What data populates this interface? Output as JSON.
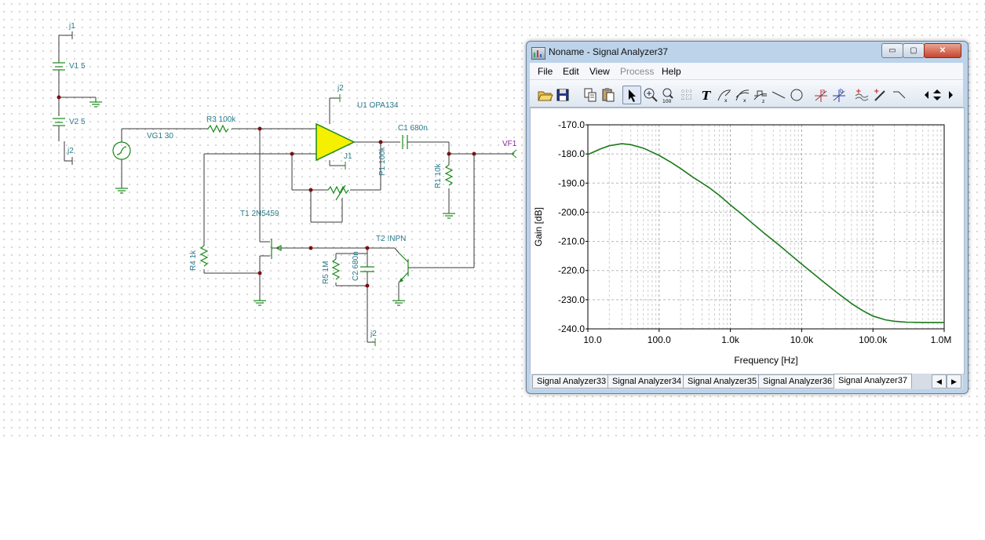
{
  "schematic": {
    "labels": {
      "j1_top": "j1",
      "v1": "V1 5",
      "v2": "V2 5",
      "j2_left": "j2",
      "vg1": "VG1 30",
      "r3": "R3 100k",
      "j2_top": "j2",
      "u1": "U1 OPA134",
      "j1_opamp": "J1",
      "p1": "P1 100k",
      "c1": "C1 680n",
      "vf1": "VF1",
      "r1": "R1 10k",
      "t1": "T1 2N5459",
      "t2": "T2 !NPN",
      "r4": "R4 1k",
      "r5": "R5 1M",
      "c2": "C2 680n",
      "j2_bottom": "j2"
    }
  },
  "analyzer": {
    "title": "Noname - Signal Analyzer37",
    "window_buttons": {
      "minimize": "▭",
      "maximize": "▢",
      "close": "✕"
    },
    "menu": [
      "File",
      "Edit",
      "View",
      "Process",
      "Help"
    ],
    "menu_disabled": [
      "Process"
    ],
    "toolbar_icons": [
      "open-icon",
      "save-icon",
      "copy-icon",
      "paste-icon",
      "pointer-icon",
      "zoom-in-icon",
      "zoom-100-icon",
      "grid-icon",
      "text-icon",
      "curve-icon",
      "curve-2-icon",
      "curve-3-icon",
      "line-icon",
      "circle-icon",
      "cursor-a-icon",
      "cursor-b-icon",
      "marker-icon",
      "pen-icon",
      "angle-icon",
      "nav-left-icon",
      "nav-updown-icon",
      "nav-right-icon"
    ],
    "tabs": [
      "Signal Analyzer33",
      "Signal Analyzer34",
      "Signal Analyzer35",
      "Signal Analyzer36",
      "Signal Analyzer37"
    ],
    "active_tab": "Signal Analyzer37"
  },
  "chart_data": {
    "type": "line",
    "title": "",
    "xlabel": "Frequency [Hz]",
    "ylabel": "Gain [dB]",
    "xscale": "log",
    "xlim": [
      10,
      1000000
    ],
    "ylim": [
      -240,
      -170
    ],
    "x_tick_labels": [
      "10.0",
      "100.0",
      "1.0k",
      "10.0k",
      "100.0k",
      "1.0M"
    ],
    "y_tick_labels": [
      "-170.0",
      "-180.0",
      "-190.0",
      "-200.0",
      "-210.0",
      "-220.0",
      "-230.0",
      "-240.0"
    ],
    "y_ticks": [
      -170,
      -180,
      -190,
      -200,
      -210,
      -220,
      -230,
      -240
    ],
    "grid": true,
    "line_color": "#1a7a1a",
    "series": [
      {
        "x": [
          10,
          15,
          20,
          30,
          40,
          60,
          100,
          150,
          200,
          300,
          500,
          700,
          1000,
          1500,
          2000,
          3000,
          5000,
          7000,
          10000,
          15000,
          20000,
          30000,
          50000,
          70000,
          100000,
          150000,
          200000,
          300000,
          500000,
          1000000
        ],
        "y": [
          -180.2,
          -178.3,
          -177.2,
          -176.5,
          -176.8,
          -178.0,
          -180.5,
          -183.0,
          -185.0,
          -188.0,
          -191.5,
          -194.2,
          -197.5,
          -201.0,
          -203.6,
          -207.2,
          -211.6,
          -214.6,
          -217.8,
          -221.3,
          -223.8,
          -227.2,
          -231.3,
          -233.6,
          -235.6,
          -236.9,
          -237.4,
          -237.7,
          -237.8,
          -237.8
        ]
      }
    ]
  }
}
